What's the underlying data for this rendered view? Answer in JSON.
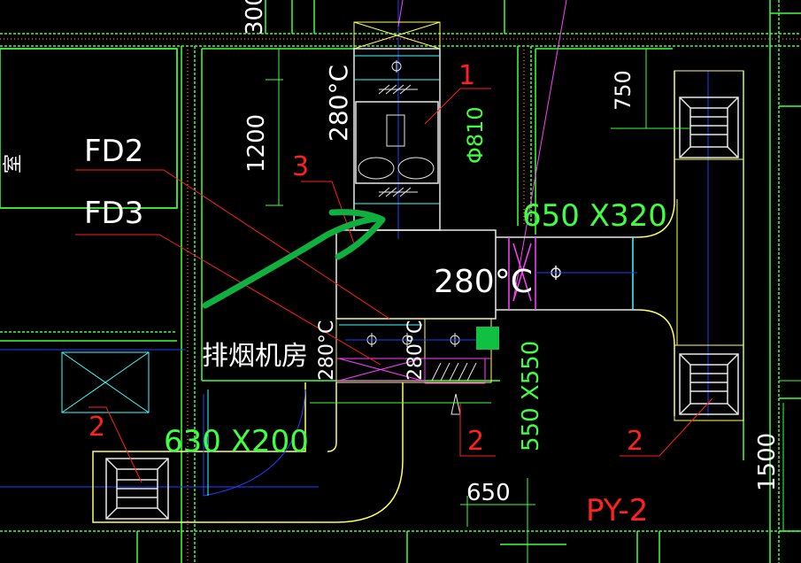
{
  "drawing": {
    "dims": {
      "top_partial": "300",
      "vertical_1200": "1200",
      "vertical_750": "750",
      "vertical_1500": "1500",
      "horizontal_650": "650",
      "duct_650x320": "650 X320",
      "duct_630x200": "630 X200",
      "duct_550x550": "550 X550",
      "pipe_dia": "Φ810"
    },
    "temps": {
      "damper_top": "280°C",
      "damper_mid": "280°C",
      "damper_bottom_a": "280°C",
      "damper_bottom_b": "280°C"
    },
    "labels": {
      "fd2": "FD2",
      "fd3": "FD3",
      "room": "排烟机房",
      "room_left_partial": "室",
      "system": "PY-2"
    },
    "callouts": {
      "c1": "1",
      "c2_left": "2",
      "c2_mid": "2",
      "c2_right": "2",
      "c3": "3"
    },
    "colors": {
      "background": "#000000",
      "wall_green": "#40ff40",
      "duct_white": "#e8e8e8",
      "duct_yellow": "#ffff60",
      "leader_red": "#ff2020",
      "damper_magenta": "#ff40ff",
      "axis_blue": "#2040ff",
      "equipment_cyan": "#40ffff",
      "annotation_green": "#10b040",
      "fill_green": "#10c040"
    }
  }
}
